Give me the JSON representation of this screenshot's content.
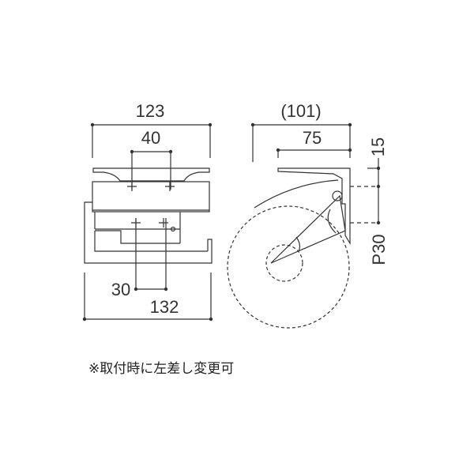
{
  "front_view": {
    "overall_width_top": "123",
    "mount_hole_spacing_top": "40",
    "mount_hole_spacing_bottom": "30",
    "overall_width_bottom": "132"
  },
  "side_view": {
    "overall_depth": "(101)",
    "bracket_depth": "75",
    "top_offset": "15",
    "pitch": "P30"
  },
  "note": "※取付時に左差し変更可",
  "colors": {
    "line": "#333333",
    "background": "#ffffff"
  }
}
